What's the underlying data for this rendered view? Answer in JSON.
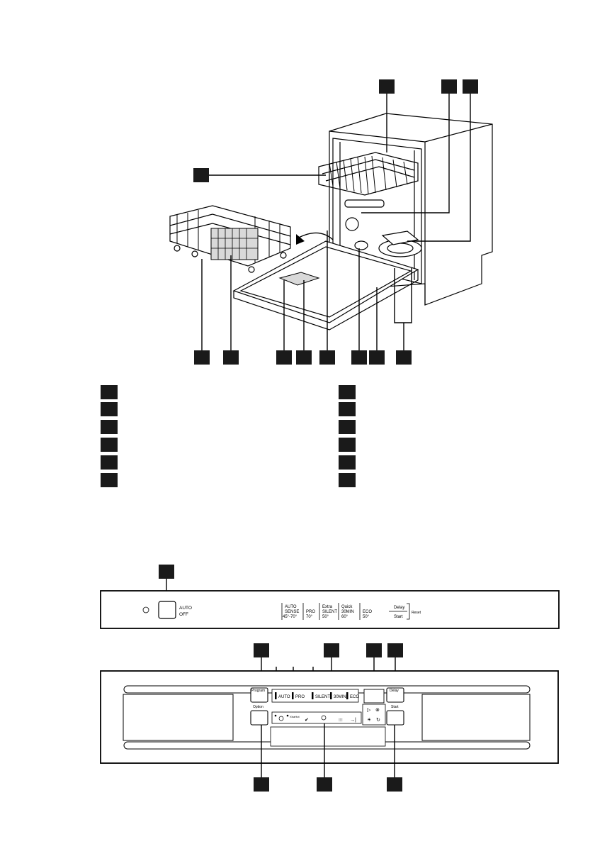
{
  "panel_top": {
    "power_symbol": "power-symbol",
    "auto_off": [
      "AUTO",
      "OFF"
    ],
    "programs": [
      {
        "lines": [
          "AUTO",
          "SENSE",
          "45°-70°"
        ]
      },
      {
        "lines": [
          "PRO",
          "70°"
        ]
      },
      {
        "lines": [
          "Extra",
          "SILENT",
          "50°"
        ]
      },
      {
        "lines": [
          "Quick",
          "30MIN",
          "60°"
        ]
      },
      {
        "lines": [
          "ECO",
          "50°"
        ]
      }
    ],
    "delay": "Delay",
    "start": "Start",
    "reset": "Reset"
  },
  "panel_front": {
    "program_button": "Program",
    "option_button": "Option",
    "delay_button": "Delay",
    "start_button": "Start",
    "program_leds": [
      "AUTO",
      "PRO",
      "SILENT",
      "30MIN",
      "ECO"
    ],
    "option_text": "XtraHot"
  }
}
